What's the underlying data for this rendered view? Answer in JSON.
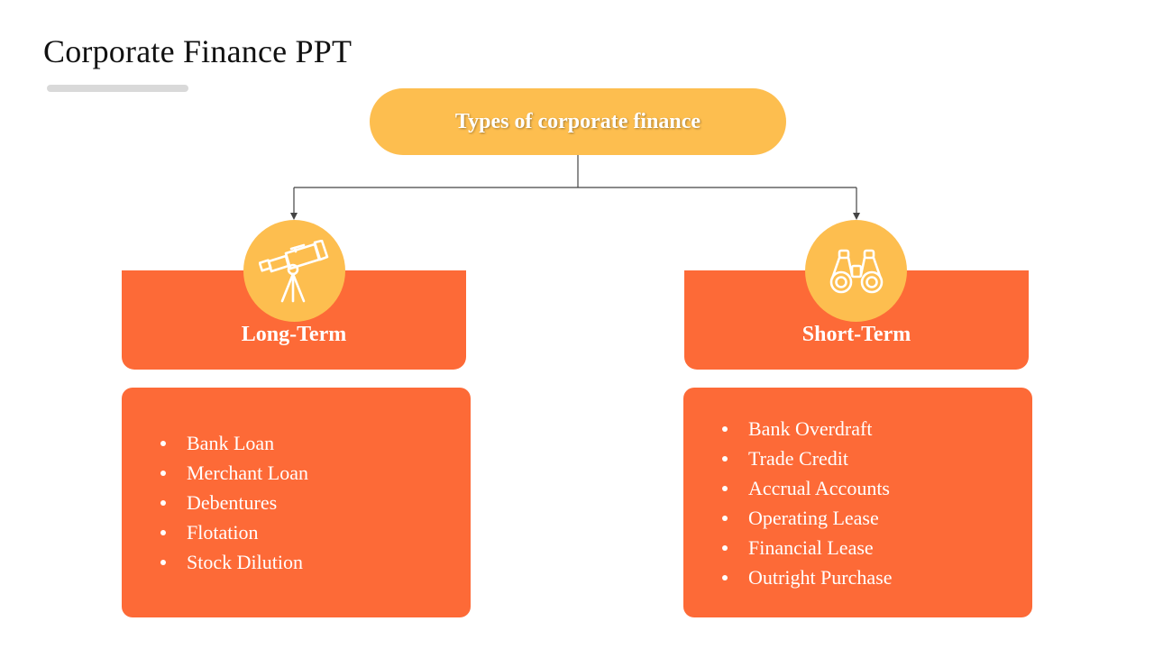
{
  "slide": {
    "title": "Corporate Finance PPT"
  },
  "diagram": {
    "root": {
      "label": "Types of corporate finance"
    },
    "branches": [
      {
        "label": "Long-Term",
        "icon": "telescope-icon",
        "items": [
          "Bank Loan",
          "Merchant Loan",
          "Debentures",
          "Flotation",
          "Stock Dilution"
        ]
      },
      {
        "label": "Short-Term",
        "icon": "binoculars-icon",
        "items": [
          "Bank Overdraft",
          "Trade Credit",
          "Accrual Accounts",
          "Operating Lease",
          "Financial Lease",
          "Outright Purchase"
        ]
      }
    ]
  },
  "colors": {
    "accent_yellow": "#fdbe4f",
    "accent_orange": "#fd6a37",
    "text_dark": "#111111",
    "text_light": "#ffffff",
    "underline_gray": "#d9d9d9"
  }
}
